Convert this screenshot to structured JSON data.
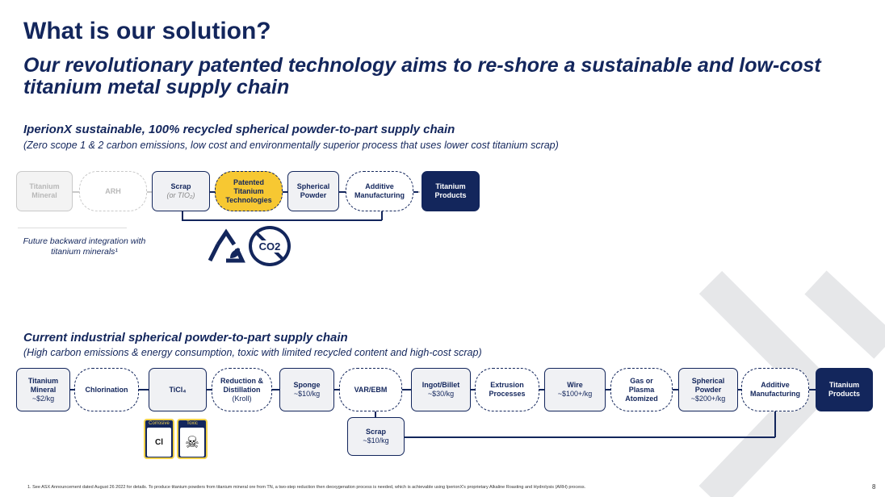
{
  "title": "What is our solution?",
  "subtitle": "Our revolutionary patented technology aims to re-shore a sustainable and low-cost titanium metal supply chain",
  "top": {
    "heading": "IperionX sustainable, 100% recycled spherical powder-to-part supply chain",
    "subheading": "(Zero scope 1 & 2 carbon emissions, low cost and environmentally superior process that uses lower cost titanium scrap)",
    "steps": [
      {
        "l1": "Titanium",
        "l2": "Mineral"
      },
      {
        "l1": "ARH"
      },
      {
        "l1": "Scrap",
        "l2": "(or TIO₂)"
      },
      {
        "l1": "Patented",
        "l2": "Titanium",
        "l3": "Technologies"
      },
      {
        "l1": "Spherical",
        "l2": "Powder"
      },
      {
        "l1": "Additive",
        "l2": "Manufacturing"
      },
      {
        "l1": "Titanium",
        "l2": "Products"
      }
    ],
    "note": "Future backward integration with titanium minerals¹",
    "co2": "CO2"
  },
  "bottom": {
    "heading": "Current industrial spherical powder-to-part supply chain",
    "subheading": "(High carbon emissions & energy consumption, toxic with limited recycled content and high-cost scrap)",
    "steps": [
      {
        "l1": "Titanium",
        "l2": "Mineral",
        "p": "~$2/kg"
      },
      {
        "l1": "Chlorination"
      },
      {
        "l1": "TiCl₄"
      },
      {
        "l1": "Reduction &",
        "l2": "Distillation",
        "p": "(Kroll)"
      },
      {
        "l1": "Sponge",
        "p": "~$10/kg"
      },
      {
        "l1": "VAR/EBM"
      },
      {
        "l1": "Ingot/Billet",
        "p": "~$30/kg"
      },
      {
        "l1": "Extrusion",
        "l2": "Processes"
      },
      {
        "l1": "Wire",
        "p": "~$100+/kg"
      },
      {
        "l1": "Gas or",
        "l2": "Plasma",
        "l3": "Atomized"
      },
      {
        "l1": "Spherical",
        "l2": "Powder",
        "p": "~$200+/kg"
      },
      {
        "l1": "Additive",
        "l2": "Manufacturing"
      },
      {
        "l1": "Titanium",
        "l2": "Products"
      }
    ],
    "scrap": {
      "l1": "Scrap",
      "p": "~$10/kg"
    },
    "hazards": [
      {
        "label": "Corrosive",
        "sym": "Cl"
      },
      {
        "label": "Toxic",
        "sym": "☠"
      }
    ]
  },
  "footnote": "1. See ASX Announcement dated August 26 2022 for details. To produce titanium powders from titanium mineral ore from TN, a two-step reduction then deoxygenation process is needed, which is achievable using IperionX's proprietary Alkaline Roasting and Hydrolysis (ARH) process.",
  "page": "8"
}
